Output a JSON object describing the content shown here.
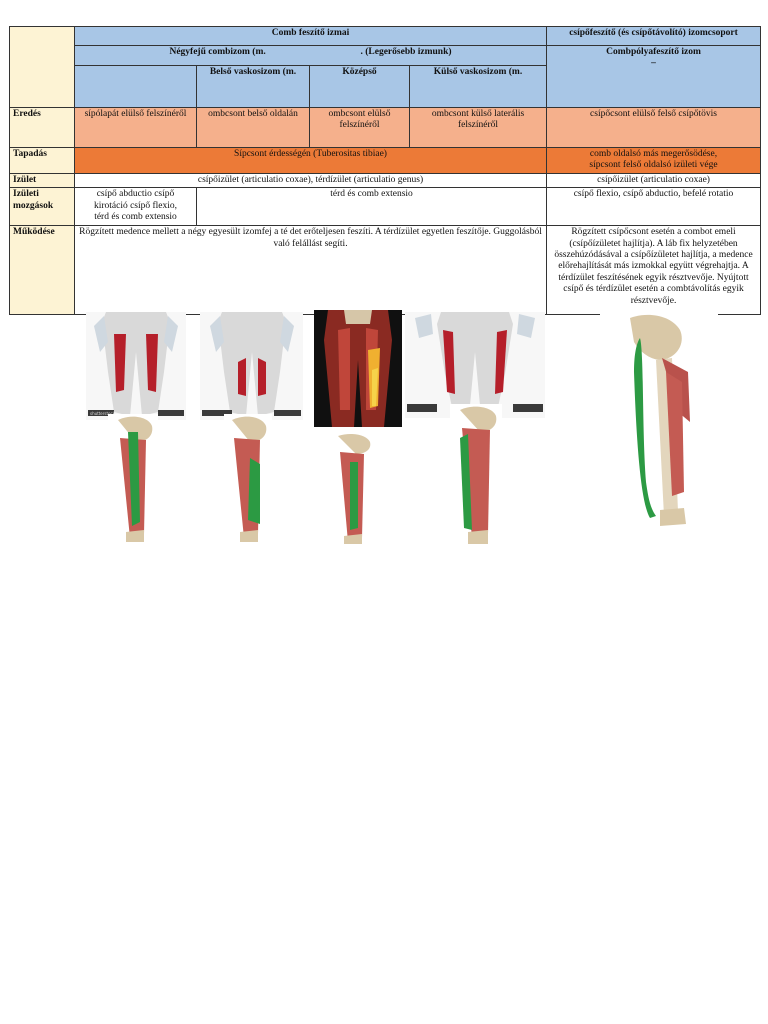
{
  "table": {
    "header": {
      "group_left": "Comb feszítő izmai",
      "group_right": "csípőfeszítő (és csípőtávolító) izomcsoport",
      "quad_left": "Négyfejű combizom (m.",
      "quad_right": ". (Legerősebb izmunk)",
      "sartorius": "Combpólyafeszítő izom",
      "sartorius_dash": "–",
      "medialis": "Belső vaskosizom (m.",
      "intermedius": "Középső",
      "lateralis": "Külső vaskosizom (m."
    },
    "rows": {
      "origin": {
        "label": "Eredés",
        "c1": "sípólapát elülső felszínéről",
        "c2": "ombcsont belső oldalán",
        "c3": "ombcsont elülső felszínéről",
        "c4": "ombcsont külső laterális felszínéről",
        "c5": "csípőcsont elülső felső csípőtövis"
      },
      "insertion": {
        "label": "Tapadás",
        "c1": "Sípcsont érdességén (Tuberositas tibiae)",
        "c2_line1": "comb oldalsó más megerősödése,",
        "c2_line2": "sípcsont felső oldalsó izületi vége"
      },
      "joint": {
        "label": "Izület",
        "c1": "csípőizület (articulatio coxae), térdízület (articulatio genus)",
        "c2": "csípőizület (articulatio coxae)"
      },
      "movements": {
        "label_line1": "Izületi",
        "label_line2": "mozgások",
        "c1_line1": "csípő abductio  csípő",
        "c1_line2": "kirotáció  csípő flexio,",
        "c1_line3": "térd és comb extensio",
        "c2": "térd és comb extensio",
        "c3": "csípő flexio, csípő abductio, befelé rotatio"
      },
      "function": {
        "label": "Működése",
        "c1": "Rögzített medence mellett a négy egyesült izomfej a té det erőteljesen feszíti. A térdízület egyetlen feszítője. Guggolásból való felállást segíti.",
        "c2": "Rögzített csípőcsont esetén a combot emeli (csípőízületet hajlítja). A láb fix helyzetében összehúzódásával a csípőízületet hajlítja, a medence előrehajlítását más izmokkal együtt végrehajtja. A térdízület feszítésének egyik résztvevője. Nyújtott csípő és térdízület esetén a combtávolítás egyik résztvevője."
      }
    }
  },
  "images": {
    "watermark": "shutterstock"
  }
}
